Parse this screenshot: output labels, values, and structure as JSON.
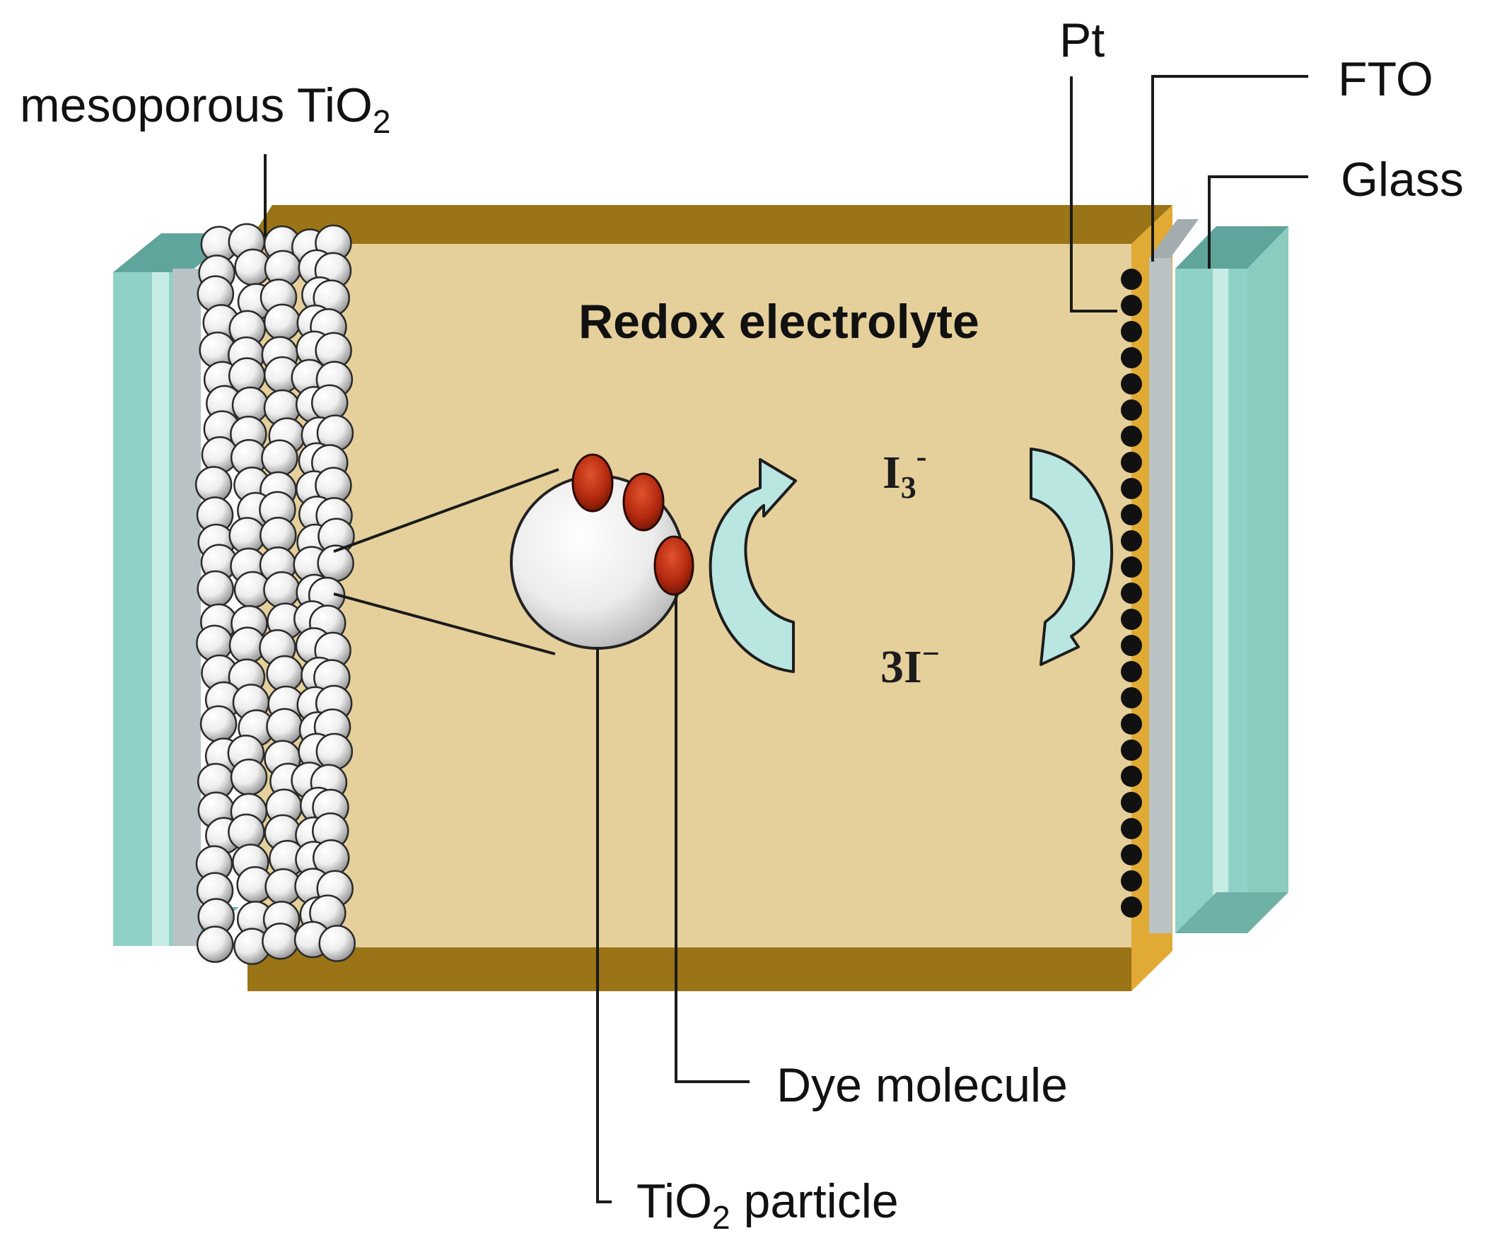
{
  "labels": {
    "mesoporous_prefix": "mesoporous TiO",
    "mesoporous_sub": "2",
    "pt": "Pt",
    "fto": "FTO",
    "glass": "Glass",
    "electrolyte": "Redox electrolyte",
    "triiodide_base": "I",
    "triiodide_sub": "3",
    "triiodide_sup": "-",
    "iodide_base": "3I",
    "iodide_sup": "−",
    "dye": "Dye molecule",
    "particle_prefix": "TiO",
    "particle_sub": "2",
    "particle_suffix": " particle"
  },
  "colors": {
    "glass_face": "#8fd1c6",
    "glass_light": "#c6ece5",
    "glass_dark": "#5fa59b",
    "fto": "#b9c3c5",
    "electrolyte_face": "#e5d09c",
    "electrolyte_rim": "#9a7416",
    "electrolyte_side": "#e0aa34",
    "dye": "#b52a10",
    "arrow": "#b9e6e0",
    "pt_dot": "#111111"
  },
  "icons": {
    "arrow_up": "curved-arrow-up-icon",
    "arrow_down": "curved-arrow-down-icon"
  }
}
